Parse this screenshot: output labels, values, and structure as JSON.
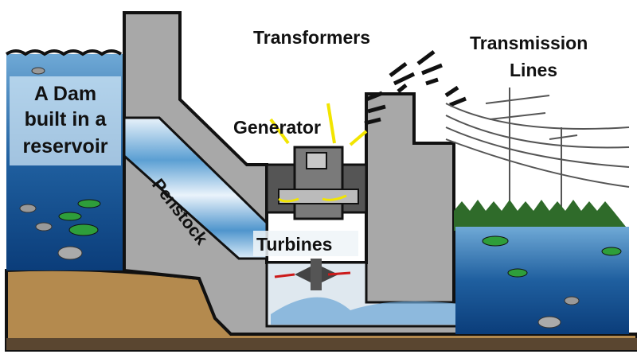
{
  "labels": {
    "reservoir_line1": "A Dam",
    "reservoir_line2": "built in a",
    "reservoir_line3": "reservoir",
    "penstock": "Penstock",
    "generator": "Generator",
    "turbines": "Turbines",
    "transformers": "Transformers",
    "transmission_line1": "Transmission",
    "transmission_line2": "Lines"
  },
  "colors": {
    "water_top": "#6fa9d6",
    "water_bottom": "#0b3d7a",
    "concrete": "#a8a8a8",
    "ground": "#b48a4e",
    "arrow_generator": "#f2e500",
    "arrow_turbine": "#cc1a1a",
    "fish_green": "#2e9e3a",
    "trees": "#2f6b2a"
  }
}
